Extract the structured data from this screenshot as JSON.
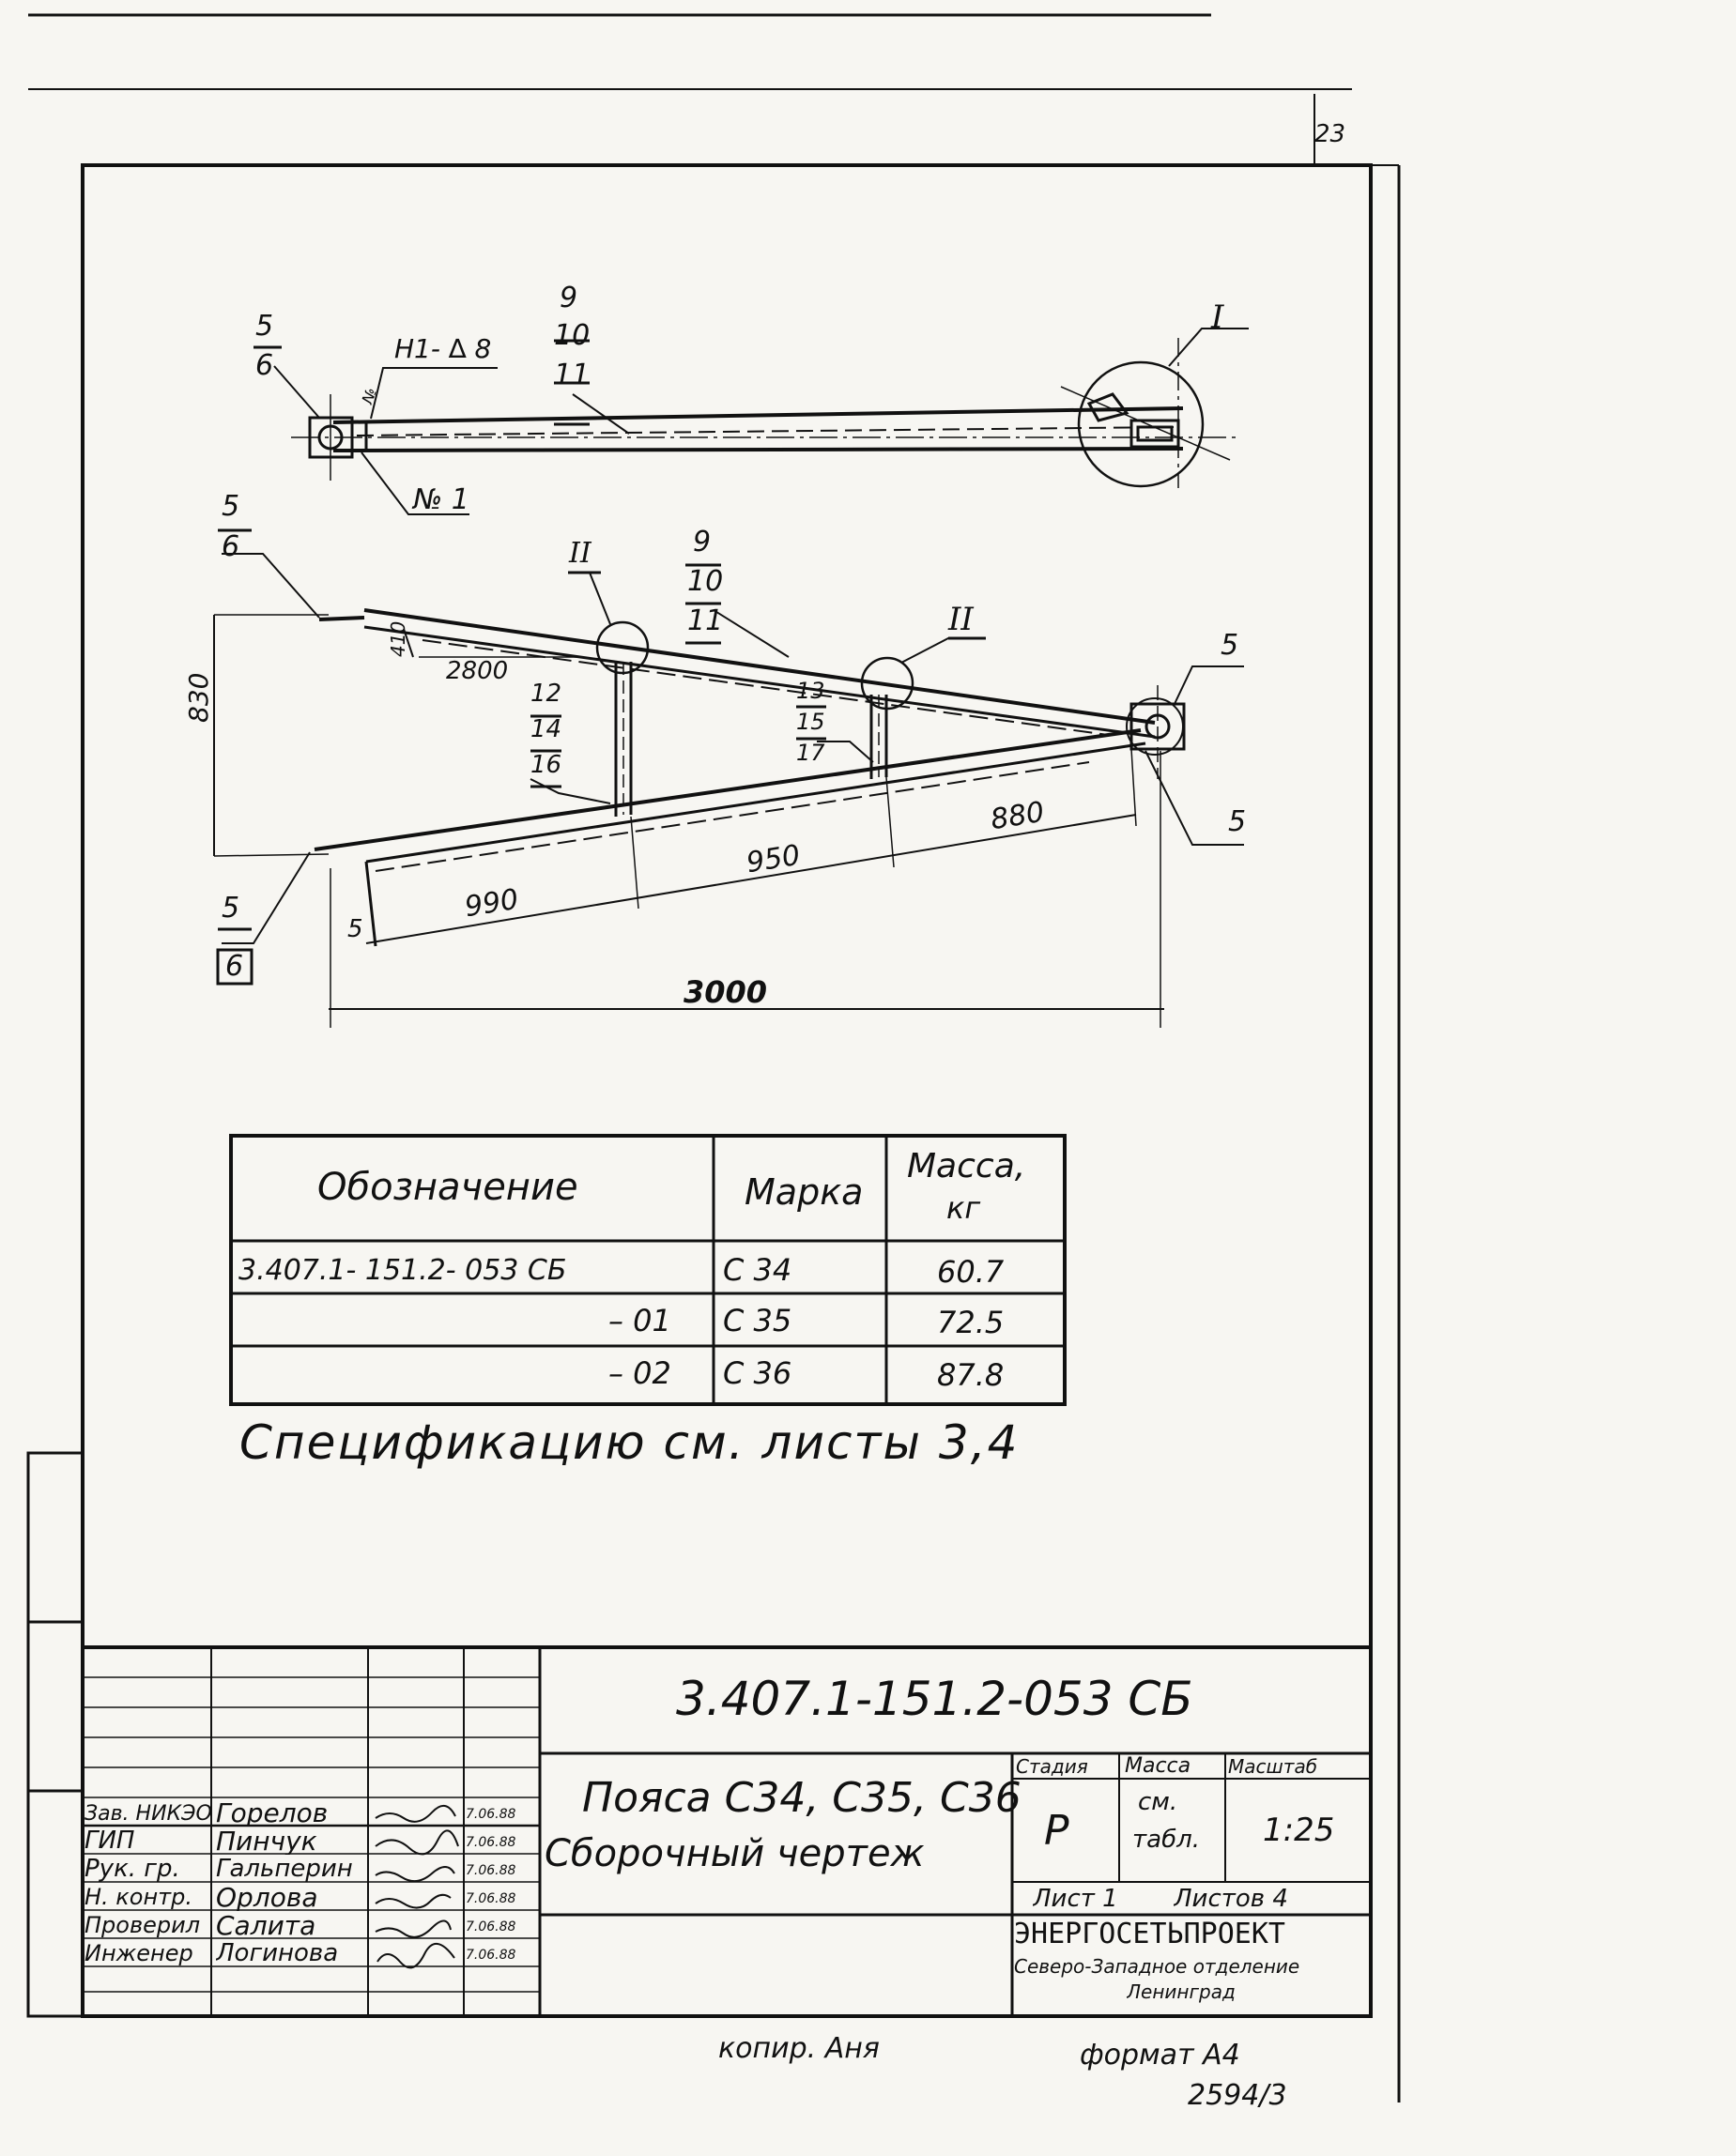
{
  "sheet": {
    "page_number": "23",
    "copied_by": "копир. Аня",
    "format": "формат А4",
    "archive_number": "2594/3"
  },
  "top_view": {
    "callout_pos_5": "5",
    "callout_pos_6": "6",
    "callout_weld": "Н1- ∆ 8",
    "callout_no": "№",
    "callout_no1": "№ 1",
    "callout_pos_9": "9",
    "callout_pos_10": "10",
    "callout_pos_11": "11",
    "node_I": "I"
  },
  "front_view": {
    "pos_5_top": "5",
    "pos_6_top": "6",
    "node_II_a": "II",
    "pos_9": "9",
    "pos_10": "10",
    "pos_11": "11",
    "node_II_b": "II",
    "pos_5_right_top": "5",
    "pos_5_right_bottom": "5",
    "dim_830": "830",
    "dim_410": "410",
    "dim_2800": "2800",
    "pos_12": "12",
    "pos_14": "14",
    "pos_16": "16",
    "pos_13": "13",
    "pos_15": "15",
    "pos_17": "17",
    "dim_880": "880",
    "dim_950": "950",
    "dim_990": "990",
    "dim_5": "5",
    "pos_5_bottom": "5",
    "pos_6_bottom": "6",
    "dim_3000": "3000"
  },
  "mark_table": {
    "headers": [
      "Обозначение",
      "Марка",
      "Масса,",
      "кг"
    ],
    "rows": [
      {
        "designation": "3.407.1- 151.2- 053 СБ",
        "mark": "С 34",
        "mass": "60.7"
      },
      {
        "designation": "– 01",
        "mark": "С 35",
        "mass": "72.5"
      },
      {
        "designation": "– 02",
        "mark": "С 36",
        "mass": "87.8"
      }
    ]
  },
  "spec_note": "Спецификацию см. листы 3,4",
  "title_block": {
    "document_code": "3.407.1-151.2-053 СБ",
    "title_line1": "Пояса С34, С35, С36",
    "title_line2": "Сборочный чертеж",
    "stage_header": "Стадия",
    "mass_header": "Масса",
    "scale_header": "Масштаб",
    "stage": "Р",
    "mass_line1": "см.",
    "mass_line2": "табл.",
    "scale": "1:25",
    "sheet": "Лист 1",
    "sheets": "Листов 4",
    "org_name": "ЭНЕРГОСЕТЬПРОЕКТ",
    "org_branch": "Северо-Западное отделение",
    "org_city": "Ленинград",
    "signatures": [
      {
        "role": "Зав. НИКЭО",
        "name": "Горелов",
        "date": "7.06.88"
      },
      {
        "role": "ГИП",
        "name": "Пинчук",
        "date": "7.06.88"
      },
      {
        "role": "Рук. гр.",
        "name": "Гальперин",
        "date": "7.06.88"
      },
      {
        "role": "Н. контр.",
        "name": "Орлова",
        "date": "7.06.88"
      },
      {
        "role": "Проверил",
        "name": "Салита",
        "date": "7.06.88"
      },
      {
        "role": "Инженер",
        "name": "Логинова",
        "date": "7.06.88"
      }
    ]
  }
}
